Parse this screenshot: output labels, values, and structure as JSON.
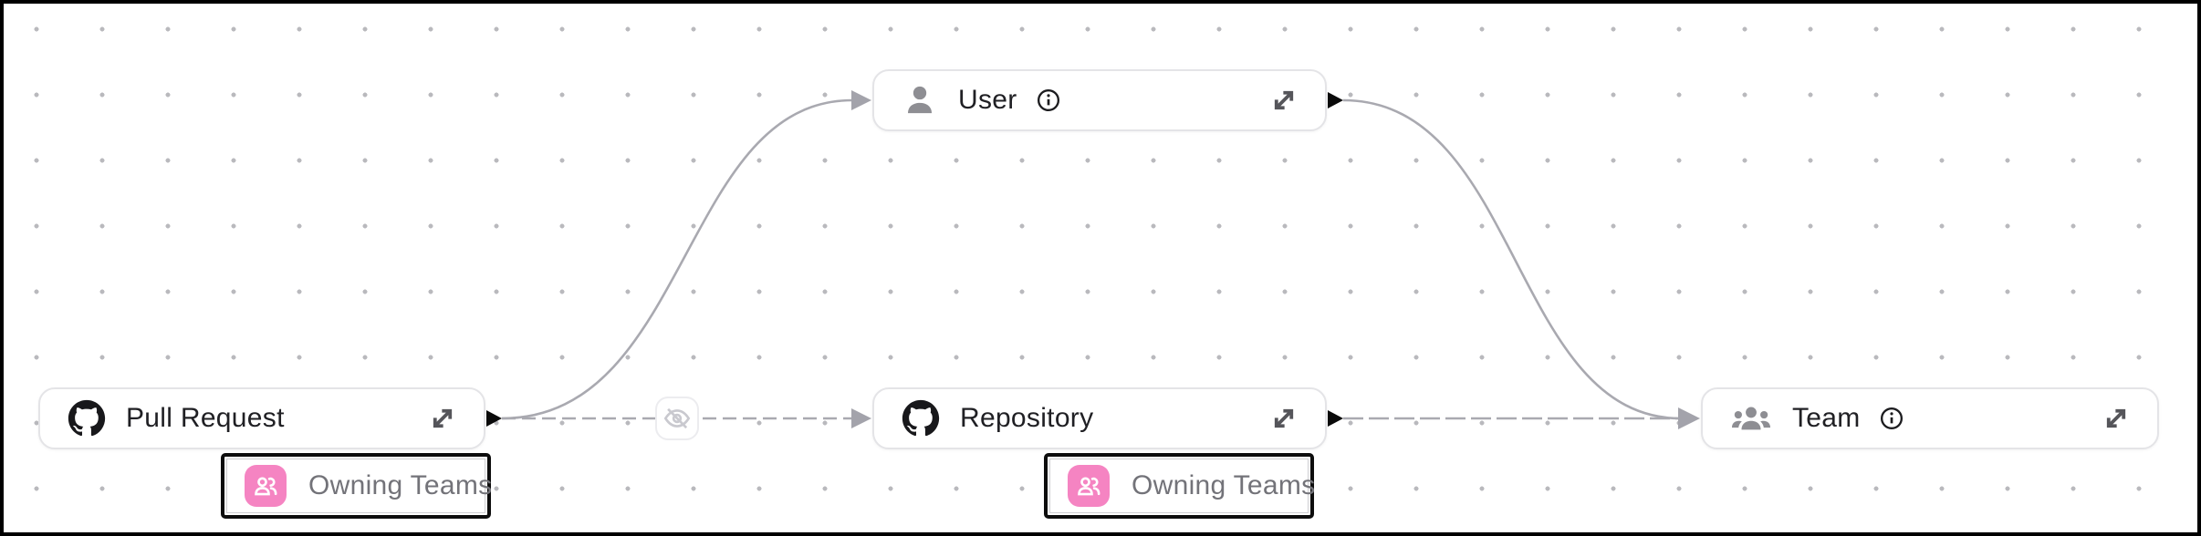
{
  "canvas": {
    "type": "node-graph-editor",
    "background_color": "#ffffff",
    "dot_color": "#b9b9bd",
    "frame_border_color": "#000000"
  },
  "colors": {
    "edge_gray": "#a9a9b0",
    "arrowhead_gray": "#a3a3ab",
    "source_handle_black": "#0a0a0a",
    "node_border": "#e4e4e7",
    "node_label": "#202024",
    "chip_border": "#0d0d0d",
    "chip_text": "#737379",
    "chip_icon_pink": "#f584c2",
    "gray_icon": "#8e8e93",
    "expand_icon": "#55555a",
    "eye_off_icon": "#c9c9cf"
  },
  "nodes": [
    {
      "label": "Pull Request",
      "icon": "github-icon",
      "has_info": false,
      "has_expand": true,
      "badge": {
        "label": "Owning Teams",
        "icon": "team-pink-icon"
      }
    },
    {
      "label": "User",
      "icon": "user-icon",
      "has_info": true,
      "has_expand": true
    },
    {
      "label": "Repository",
      "icon": "github-icon",
      "has_info": false,
      "has_expand": true,
      "badge": {
        "label": "Owning Teams",
        "icon": "team-pink-icon"
      }
    },
    {
      "label": "Team",
      "icon": "team-icon",
      "has_info": true,
      "has_expand": true
    }
  ],
  "edges": [
    {
      "from": "Pull Request",
      "to": "User",
      "style": "solid-curve"
    },
    {
      "from": "Pull Request",
      "to": "Repository",
      "style": "dashed-line",
      "midpoint_icon": "eye-off-icon"
    },
    {
      "from": "Repository",
      "to": "Team",
      "style": "dashed-line"
    },
    {
      "from": "User",
      "to": "Team",
      "style": "solid-curve"
    }
  ]
}
